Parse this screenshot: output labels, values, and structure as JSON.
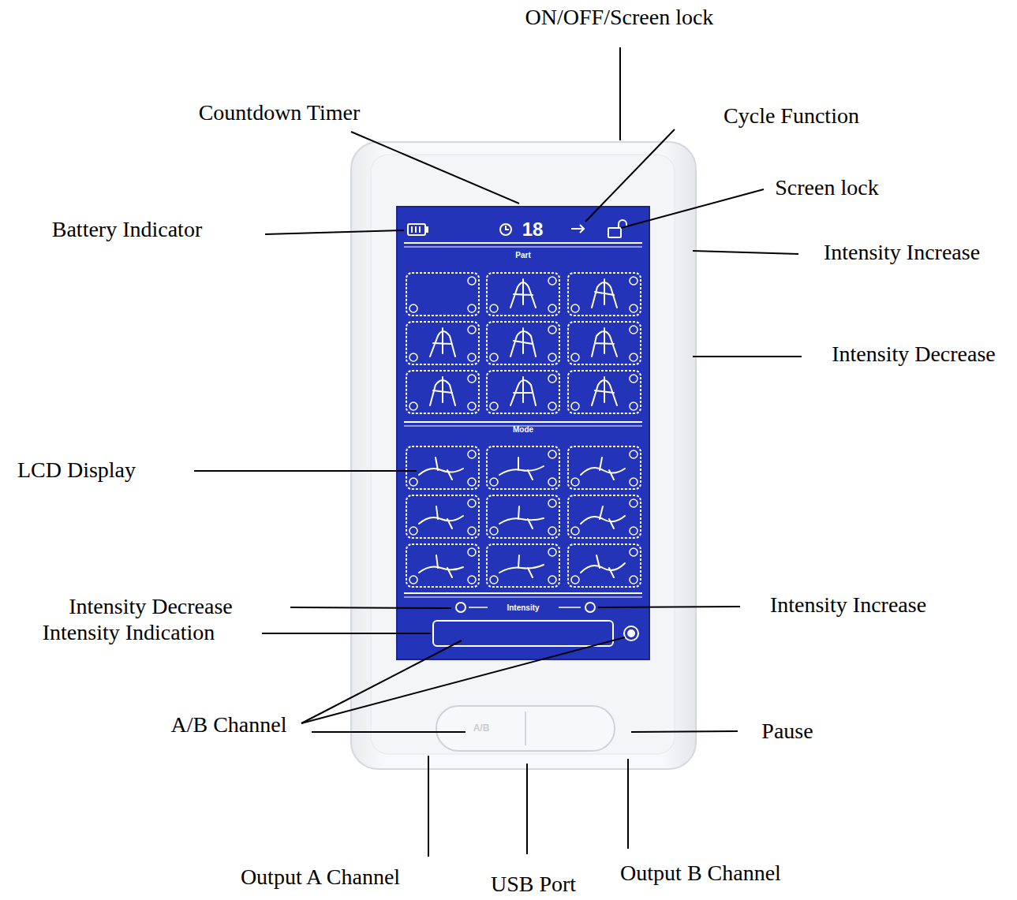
{
  "diagram": {
    "labels": [
      "ON/OFF/Screen lock",
      "Countdown Timer",
      "Cycle Function",
      "Screen lock",
      "Battery Indicator",
      "Intensity Increase",
      "Intensity Decrease",
      "LCD Display",
      "Intensity Decrease",
      "Intensity Indication",
      "Intensity Increase",
      "A/B Channel",
      "Pause",
      "Output A Channel",
      "USB Port",
      "Output B Channel",
      "18",
      "Part",
      "Mode",
      "Intensity",
      "A/B"
    ]
  }
}
